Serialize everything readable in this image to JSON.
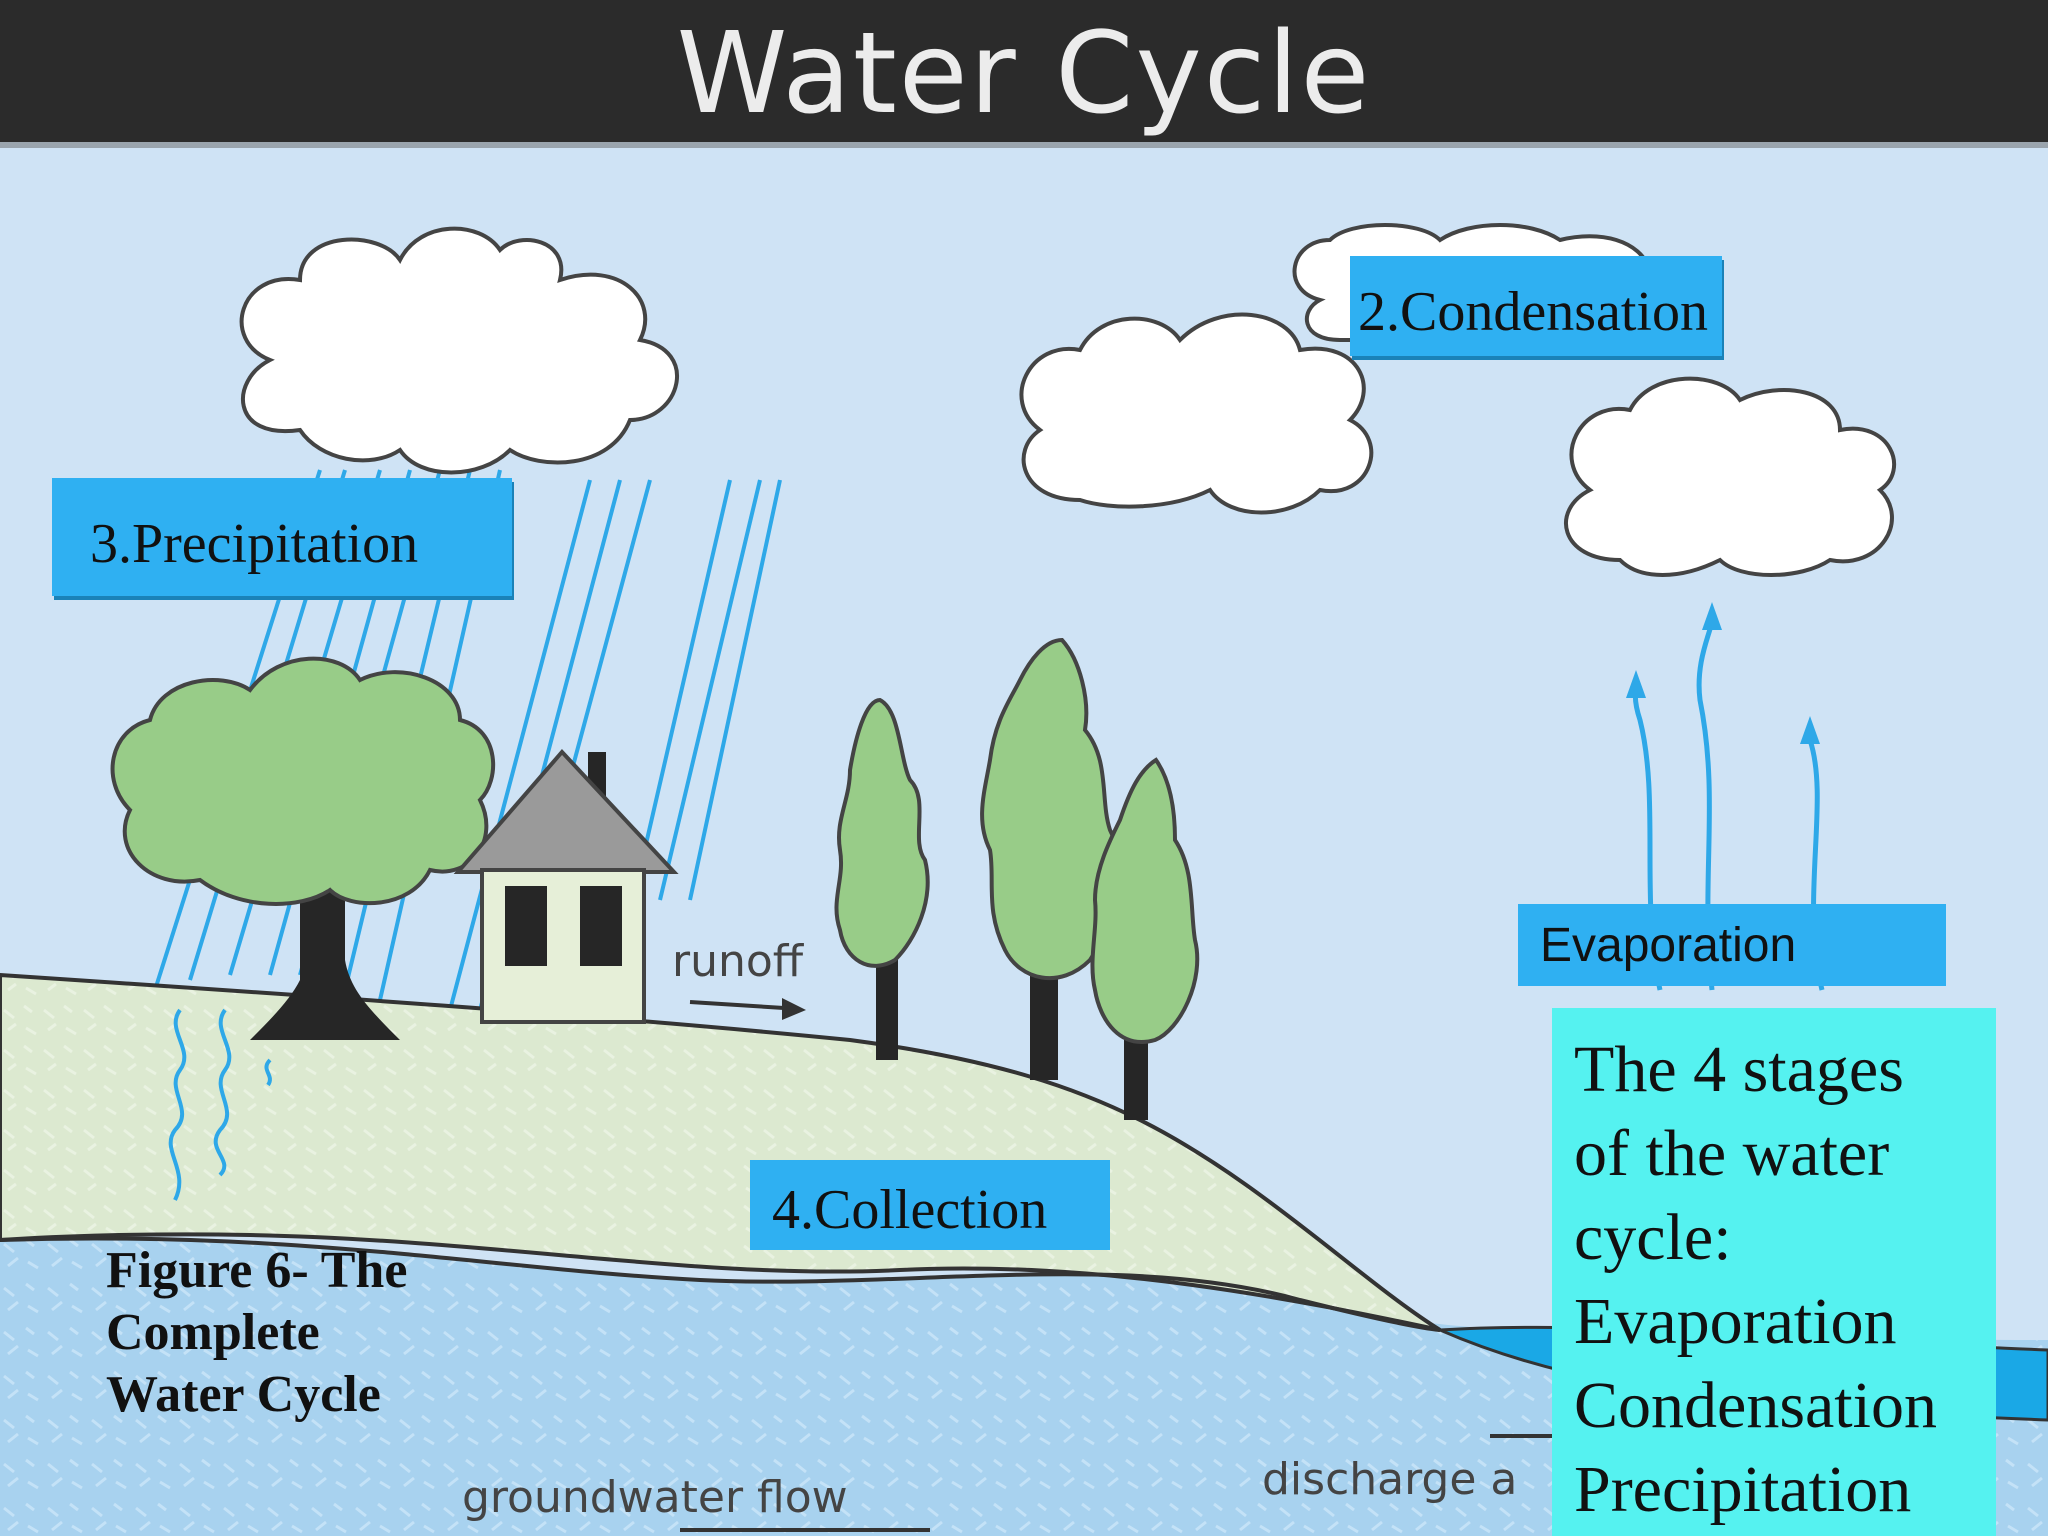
{
  "title": "Water Cycle",
  "labels": {
    "precipitation": "3.Precipitation",
    "condensation": "2.Condensation",
    "evaporation": "Evaporation",
    "collection": "4.Collection"
  },
  "diagram_text": {
    "runoff": "runoff",
    "groundwater_flow": "groundwater flow",
    "discharge": "discharge a"
  },
  "caption_lines": [
    "Figure 6- The",
    "Complete",
    "Water Cycle"
  ],
  "summary_lines": [
    "The 4 stages",
    "of the water",
    "cycle:",
    "Evaporation",
    "Condensation",
    "Precipitation"
  ],
  "colors": {
    "sky": "#cfe3f5",
    "ground": "#dce9d0",
    "groundwater": "#a8d2ef",
    "lake": "#1aa8e6",
    "label_box": "#2fb0f2",
    "summary_box": "#55f2f0",
    "foliage": "#98cc88",
    "title_bar": "#2b2b2b"
  }
}
